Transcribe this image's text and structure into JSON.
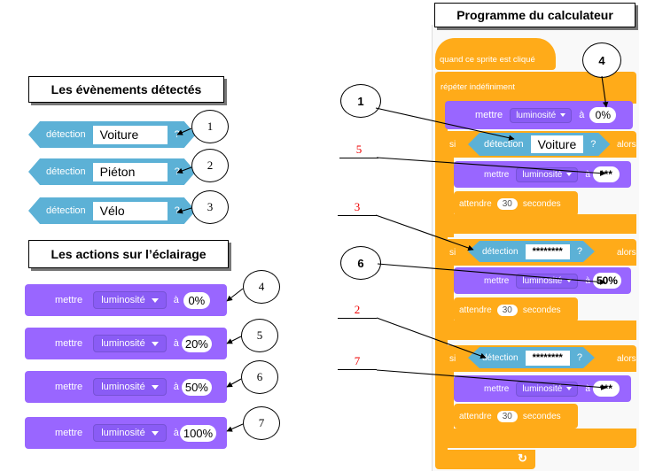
{
  "left": {
    "events_title": "Les évènements détectés",
    "actions_title": "Les actions sur l’éclairage",
    "sensor_label": "détection",
    "question_mark": "?",
    "sensors": [
      {
        "value": "Voiture",
        "num": "1"
      },
      {
        "value": "Piéton",
        "num": "2"
      },
      {
        "value": "Vélo",
        "num": "3"
      }
    ],
    "action_label": "mettre",
    "action_dropdown": "luminosité",
    "action_a": "à",
    "actions": [
      {
        "value": "0%",
        "num": "4"
      },
      {
        "value": "20%",
        "num": "5"
      },
      {
        "value": "50%",
        "num": "6"
      },
      {
        "value": "100%",
        "num": "7"
      }
    ]
  },
  "program": {
    "title": "Programme du calculateur",
    "hat": "quand ce sprite est cliqué",
    "forever": "répéter indéfiniment",
    "set_label": "mettre",
    "dropdown": "luminosité",
    "a": "à",
    "initial_value": "0%",
    "if_label": "si",
    "then_label": "alors",
    "sensor_label": "détection",
    "sensor_value": "Voiture",
    "hidden": "********",
    "stars": "***",
    "value_50": "50%",
    "wait_label": "attendre",
    "wait_value": "30",
    "wait_unit": "secondes",
    "question_mark": "?",
    "loop_arrow": "↻"
  },
  "callouts": {
    "c4": "4",
    "c1": "1",
    "c6": "6",
    "f5": "5",
    "f3": "3",
    "f2": "2",
    "f7": "7"
  }
}
